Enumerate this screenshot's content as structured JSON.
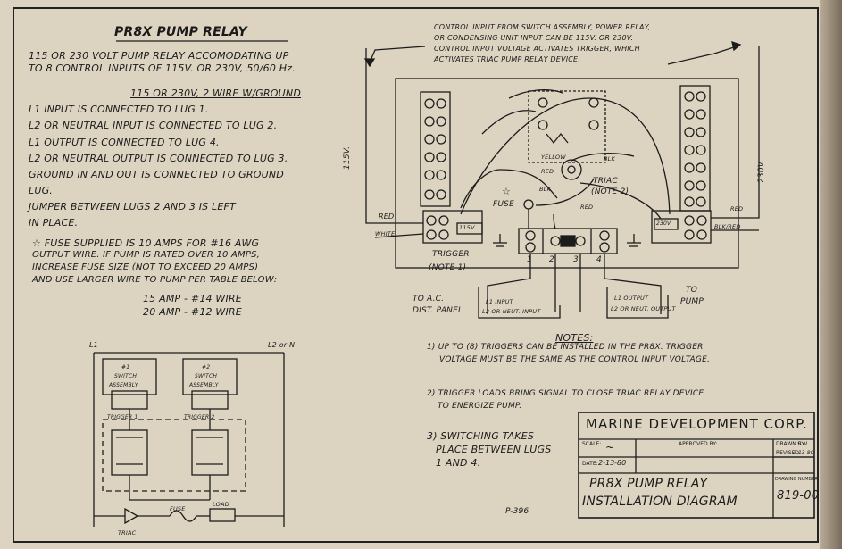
{
  "title": "PR8X PUMP RELAY",
  "intro": [
    "115 OR 230 VOLT PUMP RELAY ACCOMODATING UP",
    "TO 8 CONTROL INPUTS OF 115V. OR 230V, 50/60 Hz."
  ],
  "wiring_heading": "115 OR 230V, 2 WIRE W/GROUND",
  "wiring_lines": [
    "L1 INPUT IS CONNECTED TO LUG 1.",
    "L2 OR NEUTRAL INPUT IS CONNECTED TO LUG 2.",
    "L1 OUTPUT IS CONNECTED TO LUG 4.",
    "L2 OR NEUTRAL OUTPUT IS CONNECTED TO LUG 3.",
    "GROUND IN AND OUT IS CONNECTED TO GROUND",
    "LUG.",
    "JUMPER BETWEEN LUGS 2 AND 3 IS LEFT",
    "IN PLACE."
  ],
  "fuse_note": [
    "☆ FUSE SUPPLIED IS 10 AMPS FOR #16 AWG",
    "OUTPUT WIRE. IF PUMP IS RATED OVER 10 AMPS,",
    "INCREASE FUSE SIZE (NOT TO EXCEED 20 AMPS)",
    "AND USE LARGER WIRE TO PUMP PER TABLE BELOW:"
  ],
  "wire_table": [
    "15 AMP - #14 WIRE",
    "20 AMP - #12 WIRE"
  ],
  "control_note": [
    "CONTROL INPUT FROM SWITCH ASSEMBLY, POWER RELAY,",
    "OR CONDENSING UNIT INPUT CAN BE 115V. OR 230V.",
    "CONTROL INPUT VOLTAGE ACTIVATES TRIGGER, WHICH",
    "ACTIVATES TRIAC PUMP RELAY DEVICE."
  ],
  "labels": {
    "v115": "115V.",
    "v230": "230V.",
    "red_left": "RED",
    "white": "WHITE",
    "trigger_box": "115V.",
    "trigger": "TRIGGER",
    "note1": "(NOTE 1)",
    "fuse": "FUSE",
    "star": "☆",
    "yellow": "YELLOW",
    "blk1": "BLK",
    "red_mid": "RED",
    "blk2": "BLK",
    "red_low": "RED",
    "triac": "TRIAC",
    "note2": "(NOTE 2)",
    "red_right": "RED",
    "blk_red": "BLK/RED",
    "right_box": "230V.",
    "lug1": "1",
    "lug2": "2",
    "lug3": "3",
    "lug4": "4",
    "to_ac_1": "TO A.C.",
    "to_ac_2": "DIST. PANEL",
    "l1_input": "L1 INPUT",
    "l2_input": "L2 OR NEUT. INPUT",
    "l1_output": "L1 OUTPUT",
    "l2_output": "L2 OR NEUT. OUTPUT",
    "to_pump_1": "TO",
    "to_pump_2": "PUMP"
  },
  "schematic": {
    "l1": "L1",
    "l2": "L2 or N",
    "switch1": [
      "#1",
      "SWITCH",
      "ASSEMBLY"
    ],
    "switch2": [
      "#2",
      "SWITCH",
      "ASSEMBLY"
    ],
    "trigger1": "TRIGGER 1",
    "trigger2": "TRIGGER 2",
    "fuse": "FUSE",
    "load": "LOAD",
    "triac": "TRIAC"
  },
  "notes_heading": "NOTES:",
  "notes": [
    [
      "1) UP TO (8) TRIGGERS CAN BE INSTALLED IN THE PR8X. TRIGGER",
      "VOLTAGE MUST BE THE SAME AS THE CONTROL INPUT VOLTAGE."
    ],
    [
      "2) TRIGGER LOADS BRING SIGNAL TO CLOSE TRIAC RELAY DEVICE",
      "TO ENERGIZE PUMP."
    ],
    [
      "3) SWITCHING TAKES",
      "PLACE BETWEEN LUGS",
      "1 AND 4."
    ]
  ],
  "title_block": {
    "company": "MARINE DEVELOPMENT CORP.",
    "scale_label": "SCALE:",
    "scale_value": "~",
    "approved_label": "APPROVED BY:",
    "drawn_label": "DRAWN BY",
    "drawn_value": "S.N.",
    "date_label": "DATE:",
    "date_value": "2-13-80",
    "revised_label": "REVISED",
    "revised_value": "2-13-80",
    "title_1": "PR8X PUMP RELAY",
    "title_2": "INSTALLATION DIAGRAM",
    "dwg_label": "DRAWING NUMBER",
    "dwg_number": "819-00"
  },
  "page_ref": "P-396"
}
